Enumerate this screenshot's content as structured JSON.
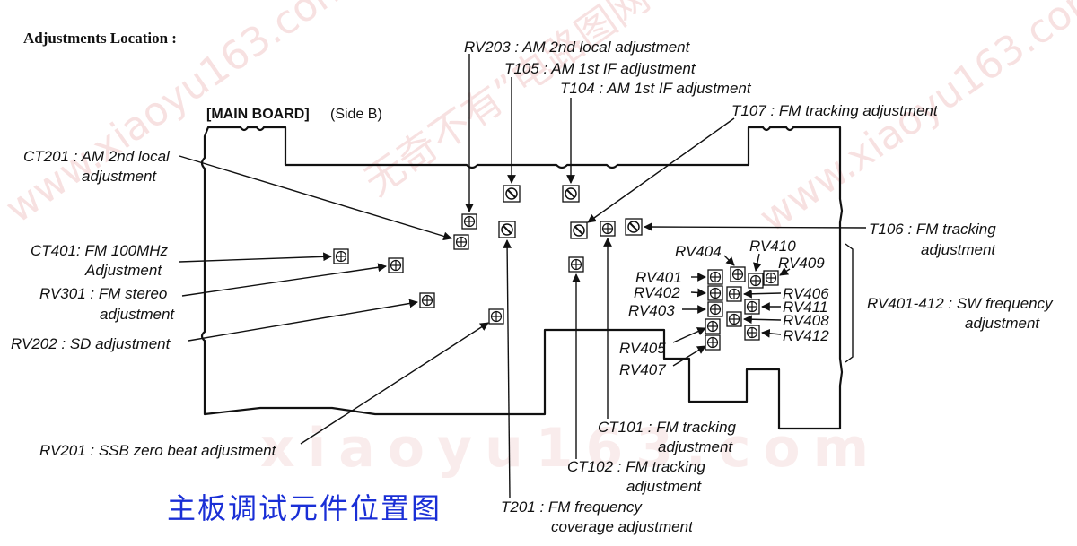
{
  "heading": "Adjustments Location :",
  "board_title": "[MAIN BOARD]",
  "board_side": "(Side B)",
  "caption_chinese": "主板调试元件位置图",
  "watermarks": [
    "无奇不有”电路图网",
    "www.xiaoyu163.com",
    "xiaoyu163.com"
  ],
  "labels": {
    "rv203": "RV203 : AM 2nd local adjustment",
    "t105": "T105 : AM 1st IF adjustment",
    "t104": "T104 : AM 1st IF adjustment",
    "t107": "T107 : FM tracking adjustment",
    "ct201_l1": "CT201 : AM 2nd local",
    "ct201_l2": "adjustment",
    "t106_l1": "T106 : FM tracking",
    "t106_l2": "adjustment",
    "ct401_l1": "CT401: FM 100MHz",
    "ct401_l2": "Adjustment",
    "rv301_l1": "RV301 : FM stereo",
    "rv301_l2": "adjustment",
    "rv202": "RV202 : SD adjustment",
    "rv201": "RV201 : SSB zero beat adjustment",
    "ct101_l1": "CT101 : FM tracking",
    "ct101_l2": "adjustment",
    "ct102_l1": "CT102 : FM tracking",
    "ct102_l2": "adjustment",
    "t201_l1": "T201 : FM frequency",
    "t201_l2": "coverage adjustment",
    "rv404": "RV404",
    "rv410": "RV410",
    "rv409": "RV409",
    "rv401": "RV401",
    "rv402": "RV402",
    "rv403": "RV403",
    "rv406": "RV406",
    "rv411": "RV411",
    "rv408": "RV408",
    "rv412": "RV412",
    "rv405": "RV405",
    "rv407": "RV407",
    "sw_l1": "RV401-412 : SW frequency",
    "sw_l2": "adjustment"
  },
  "colors": {
    "line": "#111111",
    "caption": "#1a2fd6",
    "watermark": "#f2c9c9"
  }
}
